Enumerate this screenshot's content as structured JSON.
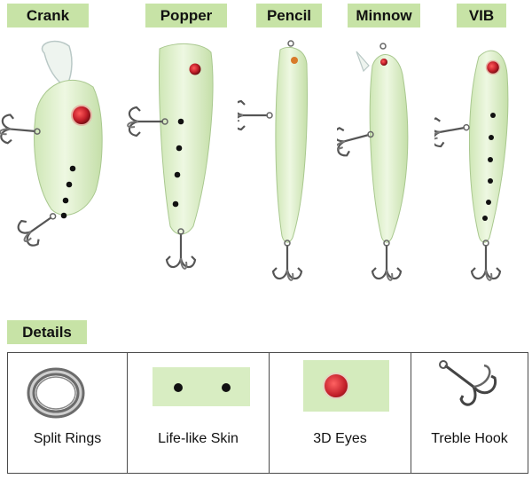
{
  "lures": [
    {
      "name": "Crank"
    },
    {
      "name": "Popper"
    },
    {
      "name": "Pencil"
    },
    {
      "name": "Minnow"
    },
    {
      "name": "VIB"
    }
  ],
  "details": {
    "heading": "Details",
    "items": [
      {
        "label": "Split Rings",
        "icon": "split-ring-icon"
      },
      {
        "label": "Life-like Skin",
        "icon": "skin-texture-icon"
      },
      {
        "label": "3D Eyes",
        "icon": "eye-icon"
      },
      {
        "label": "Treble Hook",
        "icon": "treble-hook-icon"
      }
    ]
  },
  "colors": {
    "label_bg": "#c7e3a6",
    "lure_body": "#dff0cc",
    "eye": "#c21f2a",
    "metal": "#555555"
  }
}
